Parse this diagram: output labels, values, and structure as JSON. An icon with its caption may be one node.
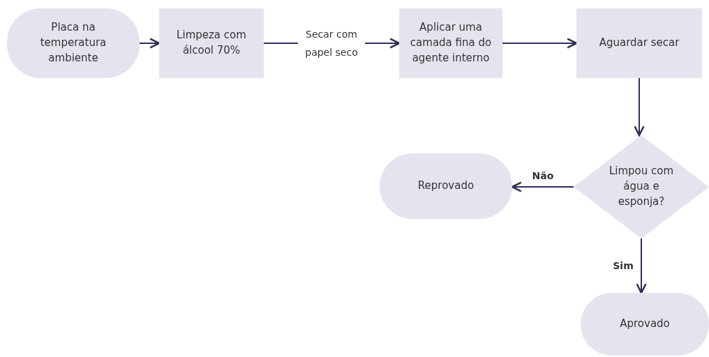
{
  "diagram": {
    "nodes": [
      {
        "text": [
          "Placa na temperatura ambiente"
        ]
      },
      {
        "text": [
          "Limpeza com álcool 70%"
        ]
      },
      {
        "text": [
          "Aplicar uma camada fina do agente interno"
        ]
      },
      {
        "text": [
          "Aguardar secar"
        ]
      },
      {
        "text": [
          "Limpou com água e esponja?"
        ]
      },
      {
        "text": [
          "Reprovado"
        ]
      },
      {
        "text": [
          "Aprovado"
        ]
      }
    ],
    "edges": [
      {
        "from": 0,
        "to": 1,
        "arrow": "to"
      },
      {
        "from": 1,
        "to": 2,
        "arrow": "to",
        "label": "Secar com papel seco"
      },
      {
        "from": 2,
        "to": 3,
        "arrow": "to"
      },
      {
        "from": 3,
        "to": 4,
        "arrow": "to"
      },
      {
        "from": 4,
        "to": 5,
        "arrow": "to",
        "label": "Não"
      },
      {
        "from": 4,
        "to": 6,
        "arrow": "to",
        "label": "Sim"
      }
    ]
  }
}
